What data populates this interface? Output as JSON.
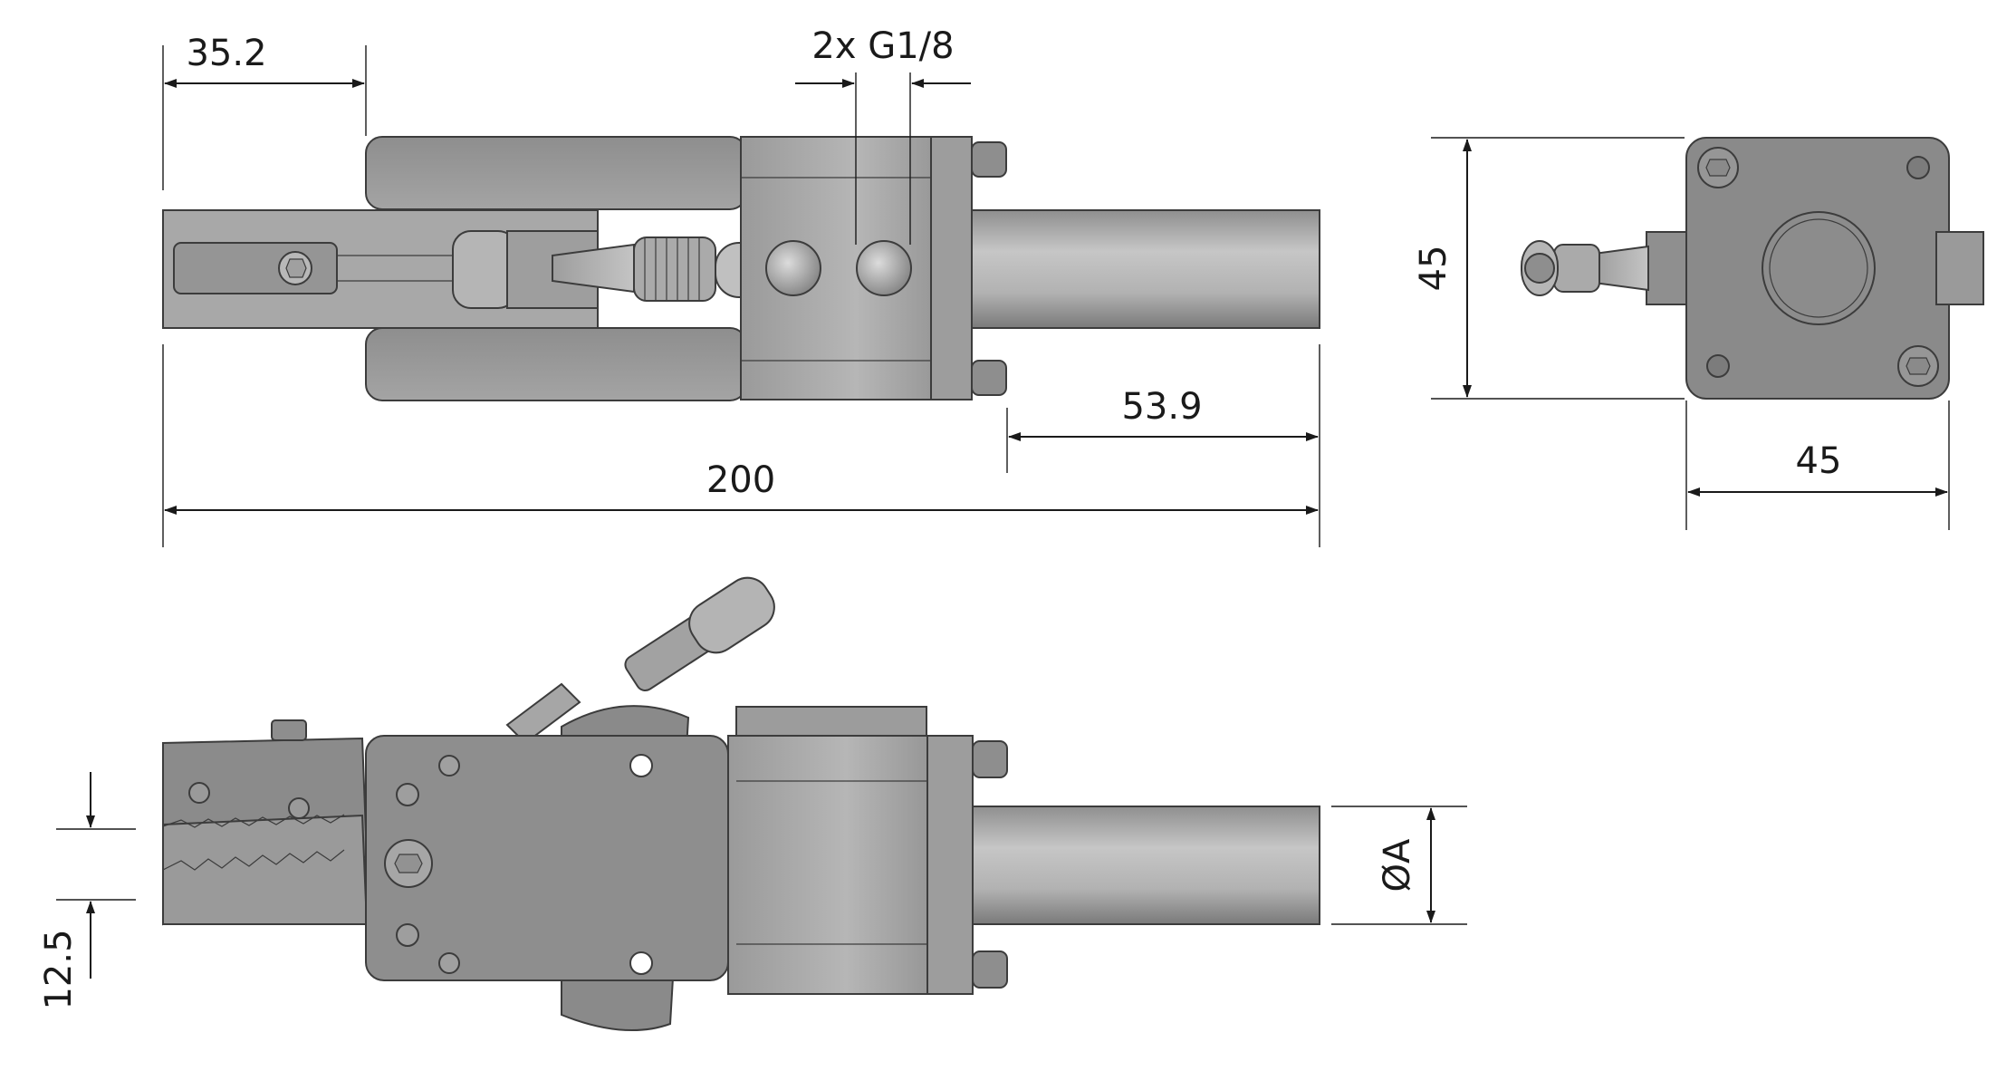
{
  "drawing": {
    "dimensions": {
      "top_offset": "35.2",
      "ports": "2x G1/8",
      "overall_length": "200",
      "rod_length": "53.9",
      "end_height": "45",
      "end_width": "45",
      "jaw_opening": "12.5",
      "rod_diameter": "ØA"
    }
  }
}
